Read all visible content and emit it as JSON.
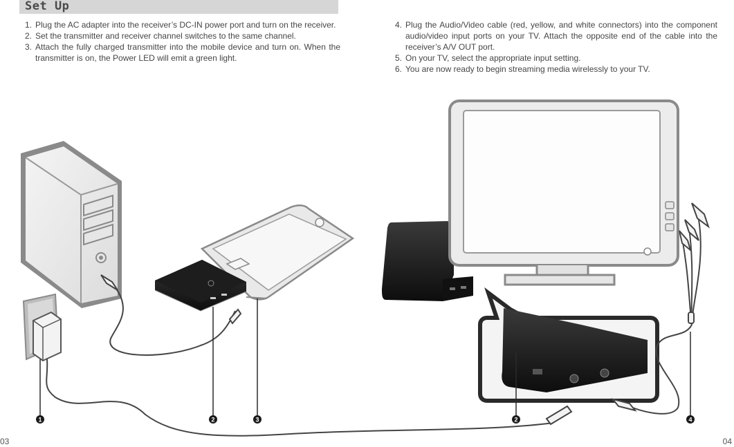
{
  "heading": "Set Up",
  "steps_left": [
    {
      "num": "1.",
      "text": "Plug the AC adapter into the receiver’s DC-IN power port and turn on the receiver."
    },
    {
      "num": "2.",
      "text": "Set the transmitter and receiver channel switches to the same channel."
    },
    {
      "num": "3.",
      "text": "Attach the fully charged transmitter into the mobile device and turn on. When the transmitter is on, the Power LED will emit a green light."
    }
  ],
  "steps_right": [
    {
      "num": "4.",
      "text": "Plug the Audio/Video cable (red, yellow, and white connectors) into the component audio/video input ports on your TV. Attach the opposite end of the cable into the receiver’s A/V OUT port."
    },
    {
      "num": "5.",
      "text": "On your TV, select the appropriate input setting."
    },
    {
      "num": "6.",
      "text": "You are now ready to begin streaming media wirelessly to your TV."
    }
  ],
  "callouts": [
    "1",
    "2",
    "3",
    "2",
    "4"
  ],
  "page_numbers": {
    "left": "03",
    "right": "04"
  },
  "icons": [
    "computer-tower-icon",
    "wall-outlet-icon",
    "ac-adapter-icon",
    "transmitter-icon",
    "mobile-device-icon",
    "receiver-icon",
    "tv-monitor-icon",
    "av-cable-icon"
  ]
}
